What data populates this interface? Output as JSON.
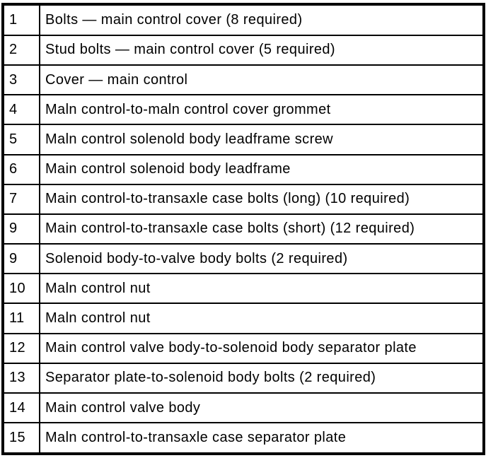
{
  "document": {
    "type": "parts-list-table",
    "colors": {
      "border": "#000000",
      "background": "#ffffff",
      "text": "#000000"
    },
    "columns": [
      "item_number",
      "description"
    ],
    "rows": [
      {
        "num": "1",
        "desc": "Bolts — main control cover (8 required)"
      },
      {
        "num": "2",
        "desc": "Stud bolts — main control cover (5 required)"
      },
      {
        "num": "3",
        "desc": "Cover — main control"
      },
      {
        "num": "4",
        "desc": "Maln control-to-maln control cover grommet"
      },
      {
        "num": "5",
        "desc": "Maln control solenold body leadframe screw"
      },
      {
        "num": "6",
        "desc": "Main control solenoid body leadframe"
      },
      {
        "num": "7",
        "desc": "Main control-to-transaxle case bolts (long) (10 required)"
      },
      {
        "num": "9",
        "desc": "Main control-to-transaxle case bolts (short) (12 required)"
      },
      {
        "num": "9",
        "desc": "Solenoid body-to-valve body bolts (2 required)"
      },
      {
        "num": "10",
        "desc": "Maln control nut"
      },
      {
        "num": "11",
        "desc": "Maln control nut"
      },
      {
        "num": "12",
        "desc": "Main control valve body-to-solenoid body separator plate"
      },
      {
        "num": "13",
        "desc": "Separator plate-to-solenoid body bolts (2 required)"
      },
      {
        "num": "14",
        "desc": "Main control valve body"
      },
      {
        "num": "15",
        "desc": "Maln control-to-transaxle case separator plate"
      }
    ]
  }
}
